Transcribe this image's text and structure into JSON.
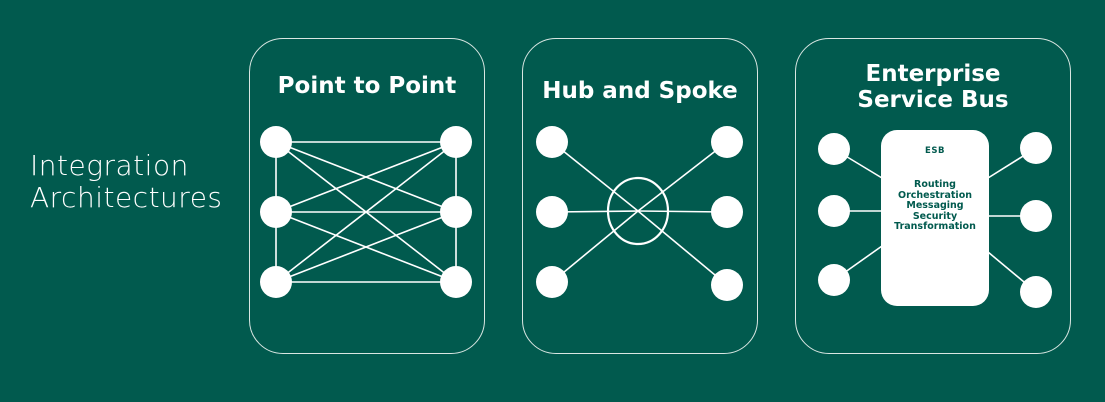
{
  "side_title": [
    "Integration",
    "Architectures"
  ],
  "colors": {
    "background": "#015a4e",
    "foreground": "#ffffff",
    "panel_border": "#d9e6e2"
  },
  "panels": [
    {
      "title": [
        "Point to Point"
      ]
    },
    {
      "title": [
        "Hub and Spoke"
      ]
    },
    {
      "title": [
        "Enterprise",
        "Service Bus"
      ]
    }
  ],
  "esb": {
    "label": "ESB",
    "functions": [
      "Routing",
      "Orchestration",
      "Messaging",
      "Security",
      "Transformation"
    ]
  }
}
